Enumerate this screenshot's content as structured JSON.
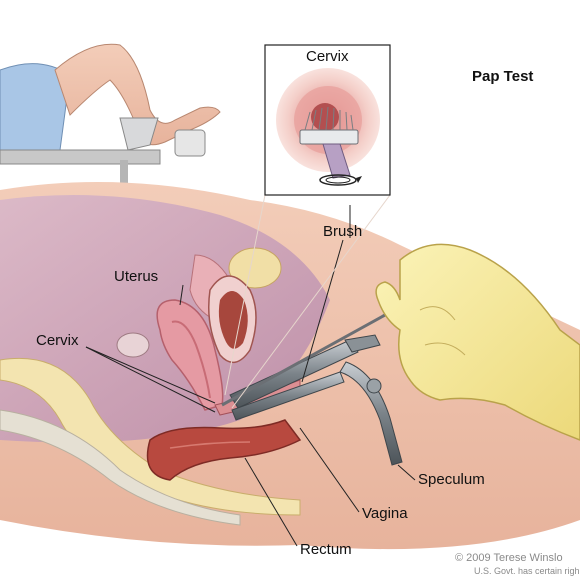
{
  "title": "Pap Test",
  "inset": {
    "label": "Cervix"
  },
  "labels": {
    "brush": "Brush",
    "uterus": "Uterus",
    "cervix": "Cervix",
    "speculum": "Speculum",
    "vagina": "Vagina",
    "rectum": "Rectum"
  },
  "credit": {
    "line1": "© 2009 Terese Winslo",
    "line2": "U.S. Govt. has certain righ"
  }
}
